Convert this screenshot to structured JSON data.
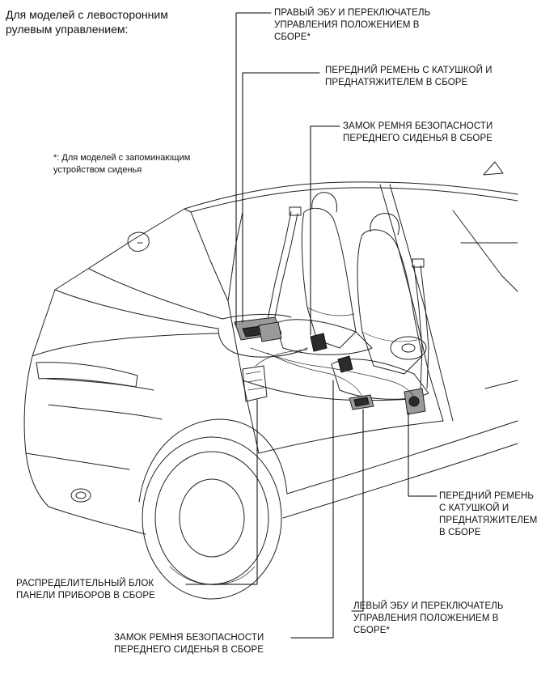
{
  "heading": "Для моделей с левосторонним\nрулевым управлением:",
  "footnote": "*: Для моделей с запоминающим\nустройством сиденья",
  "labels": {
    "right_ecu": "ПРАВЫЙ ЭБУ И ПЕРЕКЛЮЧАТЕЛЬ\nУПРАВЛЕНИЯ ПОЛОЖЕНИЕМ В\nСБОРЕ*",
    "front_belt_top": "ПЕРЕДНИЙ РЕМЕНЬ С КАТУШКОЙ И\nПРЕДНАТЯЖИТЕЛЕМ В СБОРЕ",
    "buckle_top": "ЗАМОК РЕМНЯ БЕЗОПАСНОСТИ\nПЕРЕДНЕГО СИДЕНЬЯ В СБОРЕ",
    "front_belt_right": "ПЕРЕДНИЙ РЕМЕНЬ\nС КАТУШКОЙ И\nПРЕДНАТЯЖИТЕЛЕМ\nВ СБОРЕ",
    "junction_block": "РАСПРЕДЕЛИТЕЛЬНЫЙ БЛОК\nПАНЕЛИ ПРИБОРОВ В СБОРЕ",
    "left_ecu": "ЛЕВЫЙ ЭБУ И ПЕРЕКЛЮЧАТЕЛЬ\nУПРАВЛЕНИЯ ПОЛОЖЕНИЕМ В\nСБОРЕ*",
    "buckle_bottom": "ЗАМОК РЕМНЯ БЕЗОПАСНОСТИ\nПЕРЕДНЕГО СИДЕНЬЯ В СБОРЕ"
  }
}
